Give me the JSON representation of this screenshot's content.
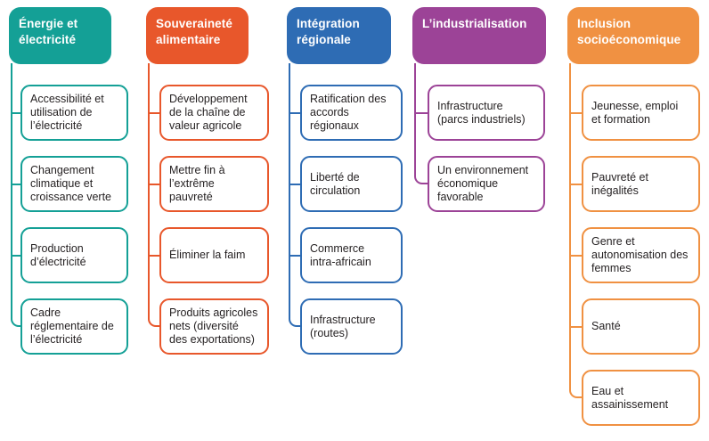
{
  "diagram": {
    "columns": [
      {
        "title": "Énergie et électricité",
        "color": "#14A096",
        "items": [
          "Accessibilité et utilisation de l’électricité",
          "Changement climatique et croissance verte",
          "Production d’électricité",
          "Cadre réglementaire de l’électricité"
        ]
      },
      {
        "title": "Souveraineté alimentaire",
        "color": "#E8572B",
        "items": [
          "Développement de la chaîne de valeur agricole",
          "Mettre fin à l’extrême pauvreté",
          "Éliminer la faim",
          "Produits agricoles nets (diversité des exportations)"
        ]
      },
      {
        "title": "Intégration régionale",
        "color": "#2E6CB4",
        "items": [
          "Ratification des accords régionaux",
          "Liberté de circulation",
          "Commerce intra-africain",
          "Infrastructure (routes)"
        ]
      },
      {
        "title": "L’industrialisation",
        "color": "#9C4397",
        "items": [
          "Infrastructure (parcs industriels)",
          "Un environnement économique favorable"
        ]
      },
      {
        "title": "Inclusion socioéconomique",
        "color": "#F09142",
        "items": [
          "Jeunesse, emploi et formation",
          "Pauvreté et inégalités",
          "Genre et autonomisation des femmes",
          "Santé",
          "Eau et assainissement"
        ]
      }
    ]
  }
}
